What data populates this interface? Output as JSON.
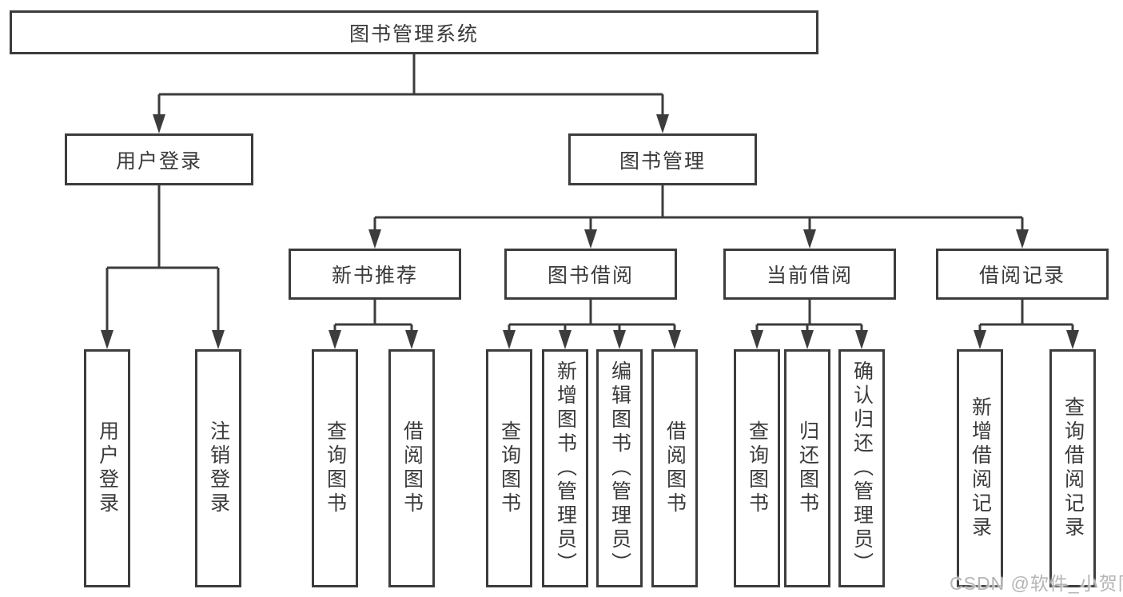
{
  "diagram": {
    "root": {
      "label": "图书管理系统"
    },
    "level2": [
      {
        "label": "用户登录",
        "children": [
          {
            "label": "用户登录"
          },
          {
            "label": "注销登录"
          }
        ]
      },
      {
        "label": "图书管理",
        "children": [
          {
            "label": "新书推荐",
            "children": [
              {
                "label": "查询图书"
              },
              {
                "label": "借阅图书"
              }
            ]
          },
          {
            "label": "图书借阅",
            "children": [
              {
                "label": "查询图书"
              },
              {
                "label": "新增图书（管理员）"
              },
              {
                "label": "编辑图书（管理员）"
              },
              {
                "label": "借阅图书"
              }
            ]
          },
          {
            "label": "当前借阅",
            "children": [
              {
                "label": "查询图书"
              },
              {
                "label": "归还图书"
              },
              {
                "label": "确认归还（管理员）"
              }
            ]
          },
          {
            "label": "借阅记录",
            "children": [
              {
                "label": "新增借阅记录"
              },
              {
                "label": "查询借阅记录"
              }
            ]
          }
        ]
      }
    ]
  },
  "watermark": {
    "text": "CSDN @软件_小贺同学"
  },
  "colors": {
    "line": "#3c3c3c",
    "box_border": "#3c3c3c",
    "box_bg": "#ffffff",
    "text": "#3a3a3a",
    "background": "#ffffff",
    "watermark": "#b5b5b5"
  }
}
